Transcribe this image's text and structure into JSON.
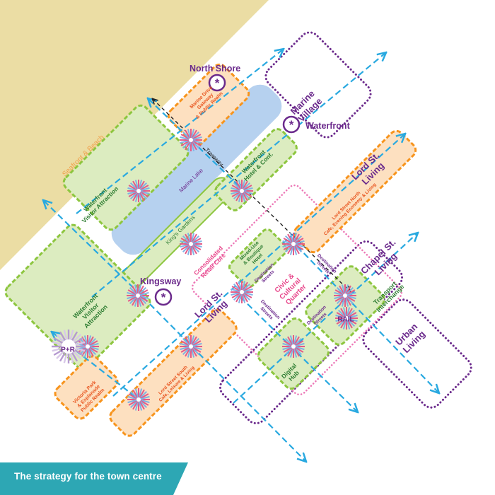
{
  "caption": "The strategy for the town centre",
  "colors": {
    "sea": "#ebdda4",
    "lake": "#b6d1ef",
    "green": "#8dc63f",
    "green_fill": "#dcecc0",
    "orange": "#f7941d",
    "orange_fill": "#fde0c0",
    "purple": "#6b2a8c",
    "pink": "#ec77b6",
    "blue_arrow": "#29a9e0",
    "footer": "#2da7b4",
    "star": "#e35b88"
  },
  "labels": {
    "seafront": "Seafront & Beach",
    "north_shore": "North Shore",
    "waterfront": "Waterfront",
    "kingsway": "Kingsway",
    "marine_village": "Marine\nVillage",
    "lord_st_living_n": "Lord St.\nLiving",
    "chapel_st_living": "Chapel St.\nLiving",
    "lord_st_living_s": "Lord St.\nLiving",
    "urban_living": "Urban\nLiving",
    "marine_drive": "Marine Drive\nGateway\n& Public Realm",
    "waterfront_hotel": "Waterfront\nHotel & Conf.",
    "waterfront_visitor_1": "Waterfront\nVisitor Attraction",
    "waterfront_visitor_2": "Waterfront\nVisitor\nAttraction",
    "marine_lake": "Marine Lake",
    "kings_gardens": "King's  Gardens",
    "tramway": "Tramway",
    "lord_st_north": "Lord Street North\nCafe, Evening Economy & Living",
    "lord_st_south": "Lord Street South\nCafe, Leisure & Living",
    "consolidated_retail": "Consolidated\nRetail Core",
    "mixed_use": "Mixed-Use\n& Boutique\nHotel",
    "destination_streets_1": "Destination\nStreets",
    "destination_streets_2": "Destination\nStreets",
    "destination_streets_3": "Destination\nStreets",
    "destination_streets_4": "Destination\nStreets",
    "civic_quarter": "Civic &\nCultural\nQuarter",
    "transport_interchange": "Transport\nInterchange",
    "digital_hub": "Digital\nHub",
    "rail": "RAIL",
    "park_ride": "P+R",
    "victoria_park": "Victoria Park\n& Esplanade\nPublic Realm"
  }
}
